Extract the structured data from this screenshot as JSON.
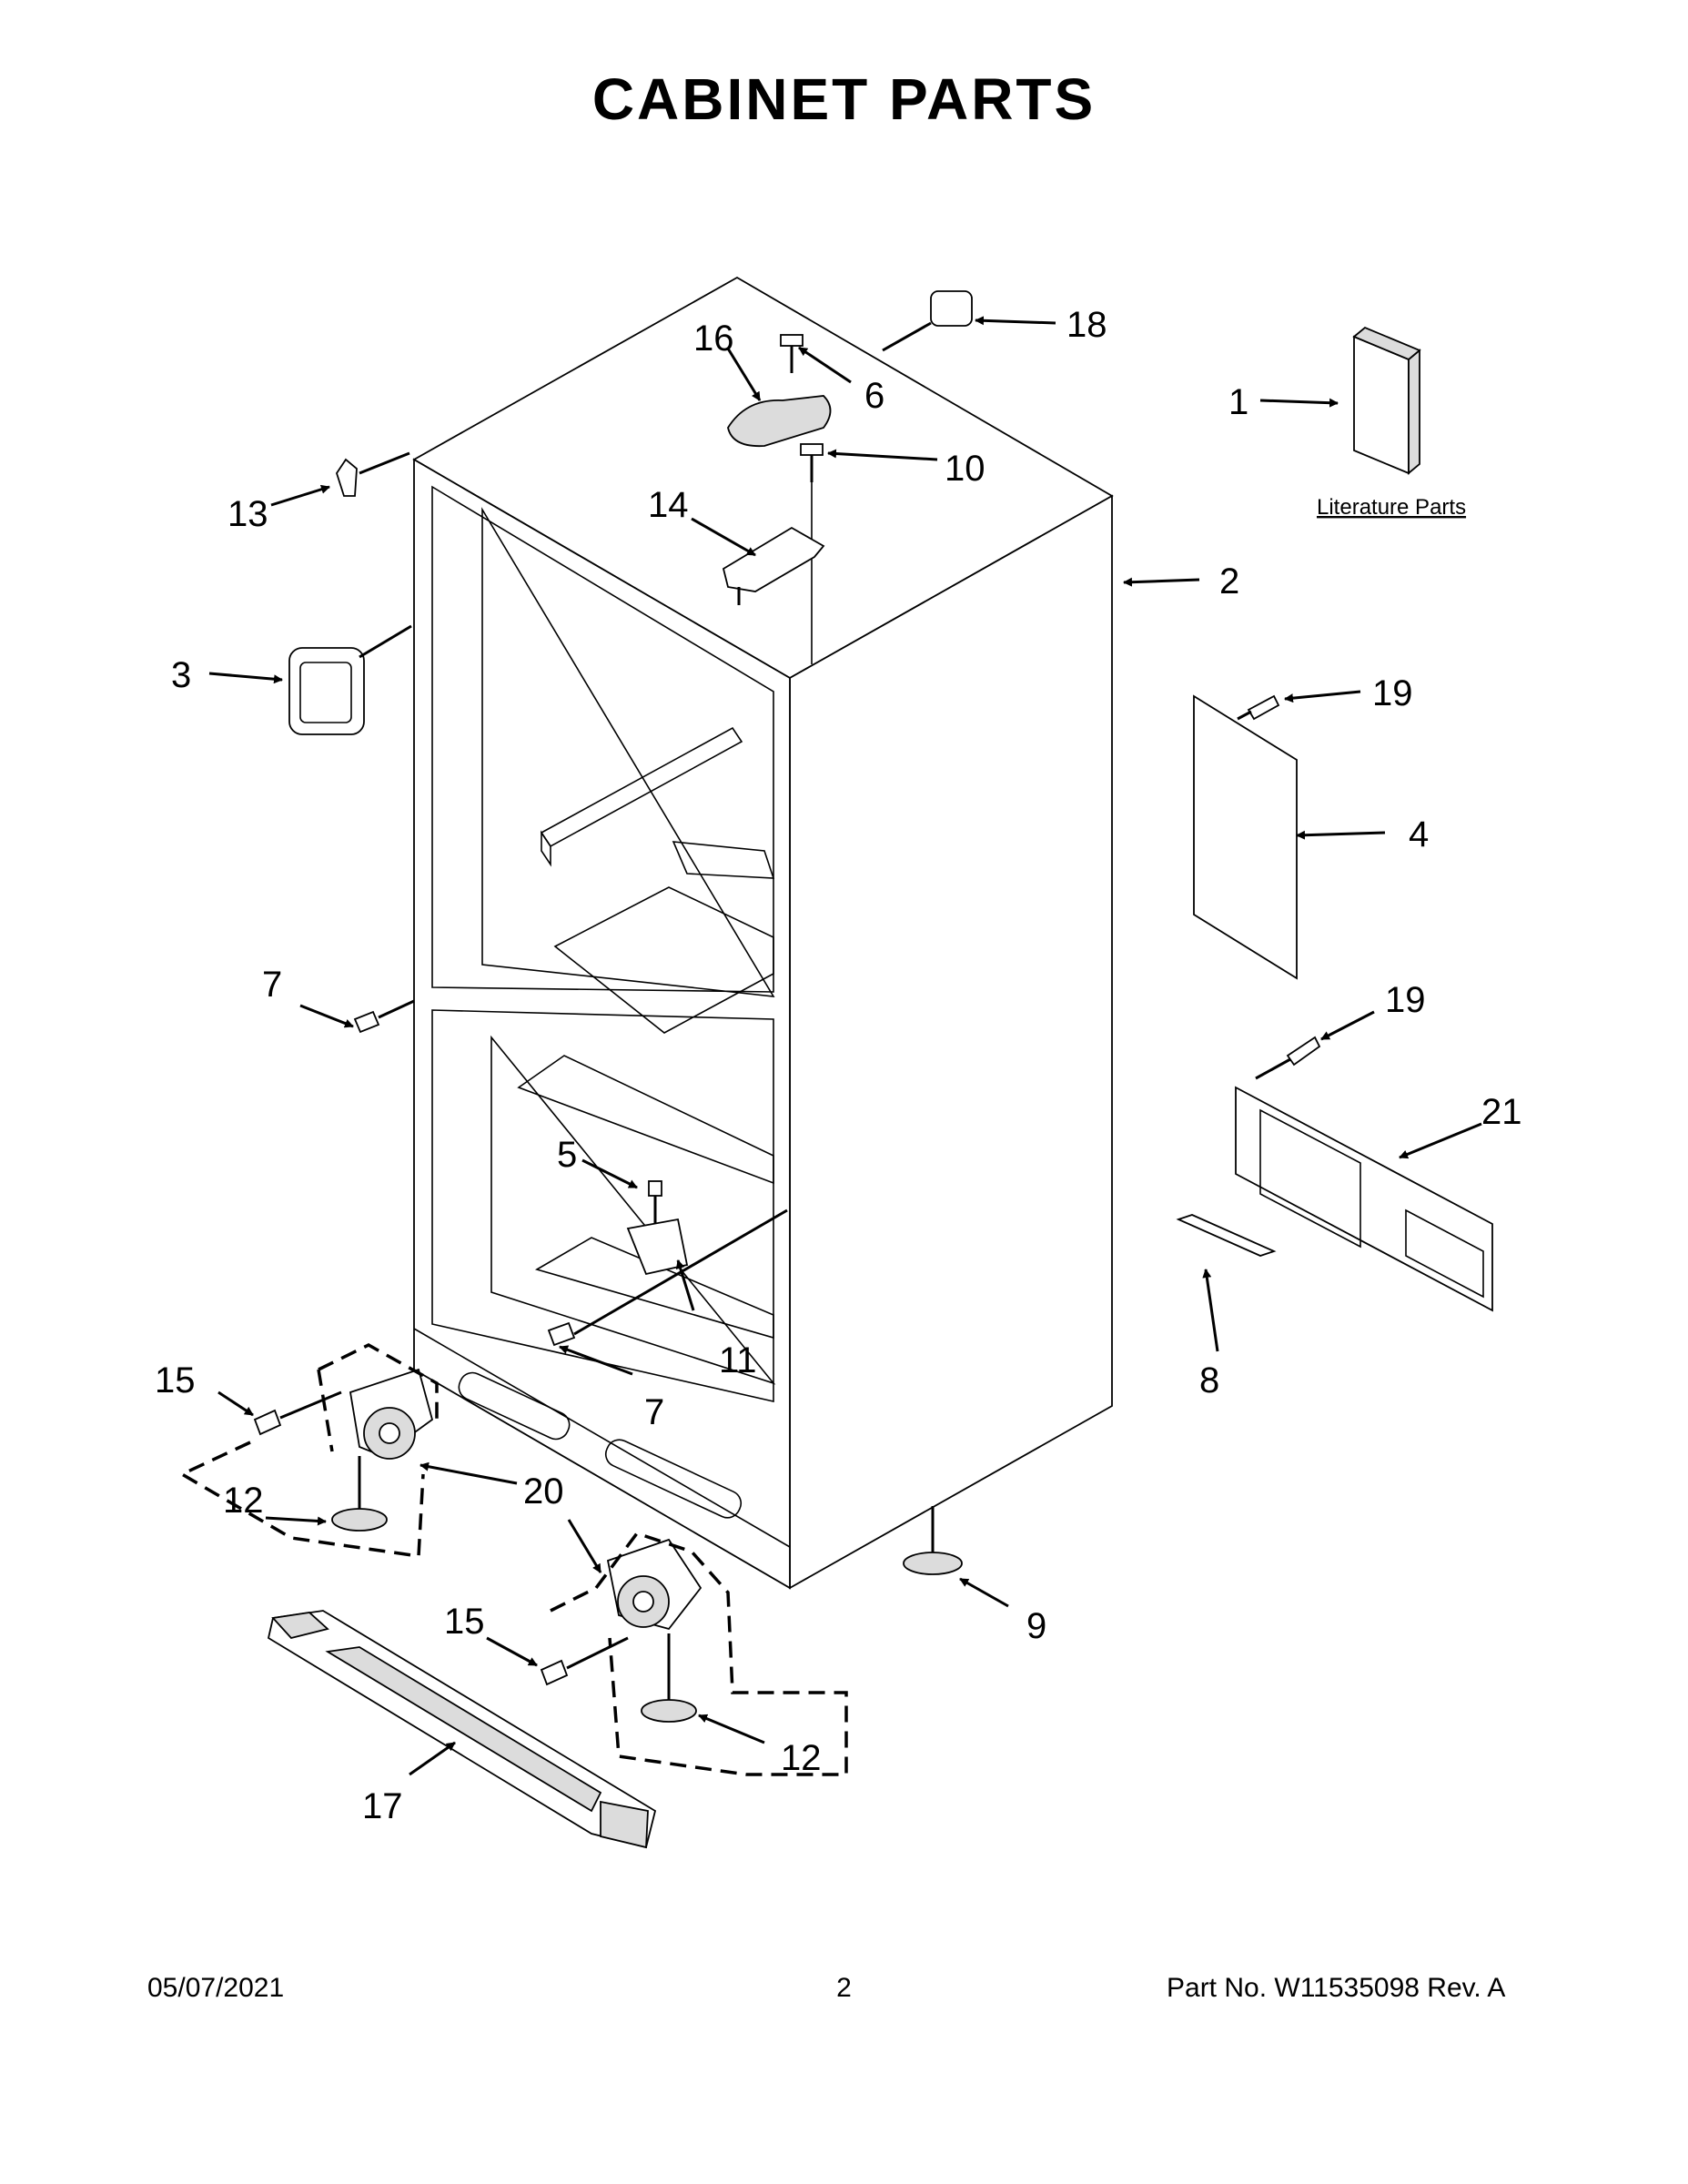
{
  "page": {
    "title": "CABINET PARTS",
    "date": "05/07/2021",
    "page_number": "2",
    "part_number": "Part No.  W11535098  Rev.  A"
  },
  "literature_label": "Literature Parts",
  "callouts": {
    "c1": "1",
    "c2": "2",
    "c3": "3",
    "c4": "4",
    "c5": "5",
    "c6": "6",
    "c7a": "7",
    "c7b": "7",
    "c8": "8",
    "c9": "9",
    "c10": "10",
    "c11": "11",
    "c12a": "12",
    "c12b": "12",
    "c13": "13",
    "c14": "14",
    "c15a": "15",
    "c15b": "15",
    "c16": "16",
    "c17": "17",
    "c18": "18",
    "c19a": "19",
    "c19b": "19",
    "c20": "20",
    "c21": "21"
  }
}
